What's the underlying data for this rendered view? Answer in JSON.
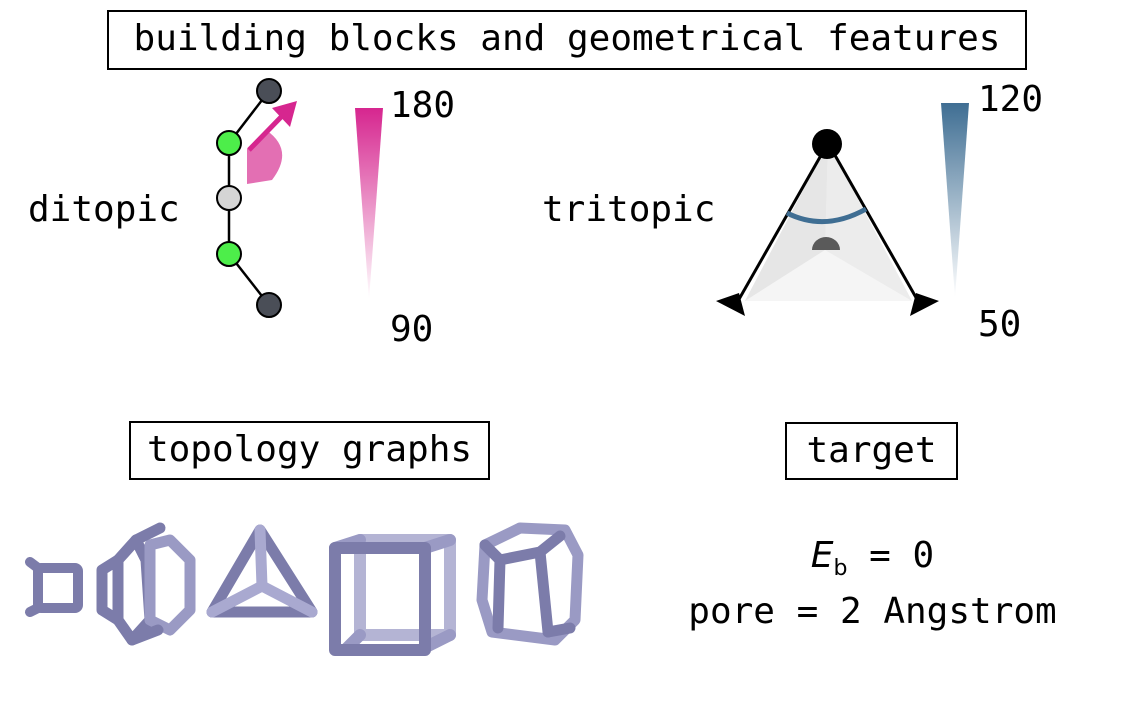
{
  "title": "building blocks and geometrical features",
  "ditopic": {
    "label": "ditopic",
    "scale_max": "180",
    "scale_min": "90",
    "color": "#d6268f"
  },
  "tritopic": {
    "label": "tritopic",
    "scale_max": "120",
    "scale_min": "50",
    "color": "#3f6e93"
  },
  "topology": {
    "label": "topology graphs",
    "shapes": [
      "small-ring-icon",
      "fused-hexagon-icon",
      "tetrahedron-icon",
      "cube-icon",
      "distorted-cube-icon"
    ],
    "color": "#8d8db8"
  },
  "target": {
    "label": "target",
    "energy_symbol": "E",
    "energy_subscript": "b",
    "energy_rest": " = 0",
    "pore_text": "pore = 2 Angstrom"
  }
}
